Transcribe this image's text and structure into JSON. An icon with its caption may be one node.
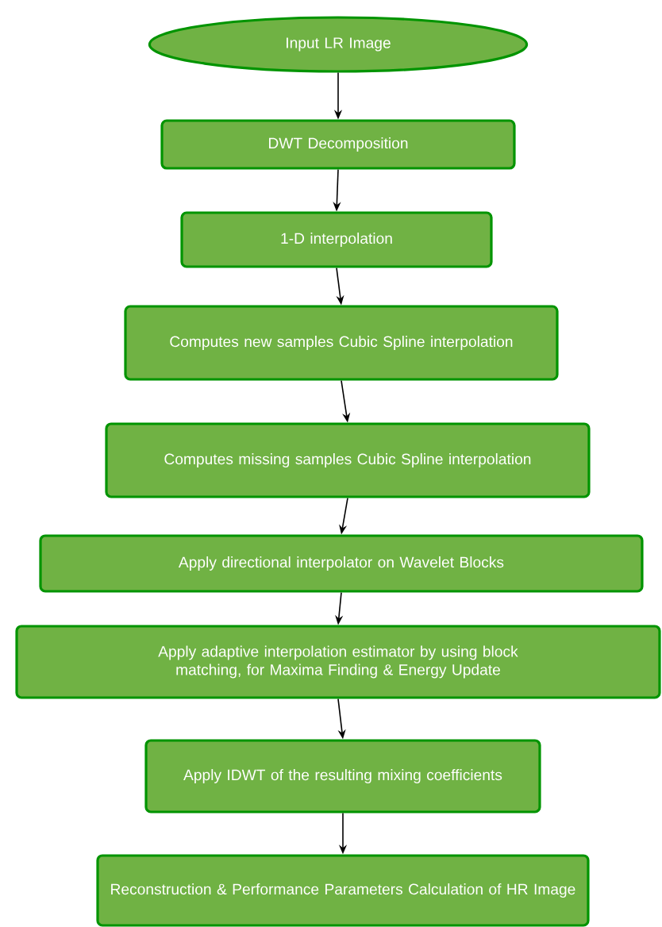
{
  "diagram": {
    "nodes": [
      {
        "text": [
          "Input LR Image"
        ]
      },
      {
        "text": [
          "DWT Decomposition"
        ]
      },
      {
        "text": [
          "1-D interpolation"
        ]
      },
      {
        "text": [
          "Computes new samples Cubic Spline interpolation"
        ]
      },
      {
        "text": [
          "Computes missing samples Cubic Spline interpolation"
        ]
      },
      {
        "text": [
          "Apply directional interpolator on Wavelet Blocks"
        ]
      },
      {
        "text": [
          "Apply adaptive interpolation estimator by using block matching, for Maxima Finding & Energy Update"
        ]
      },
      {
        "text": [
          "Apply IDWT of the resulting mixing coefficients"
        ]
      },
      {
        "text": [
          "Reconstruction & Performance Parameters Calculation of HR Image"
        ]
      }
    ],
    "edges": [
      {
        "from": 0,
        "to": 1,
        "arrow": "to"
      },
      {
        "from": 1,
        "to": 2,
        "arrow": "to"
      },
      {
        "from": 2,
        "to": 3,
        "arrow": "to"
      },
      {
        "from": 3,
        "to": 4,
        "arrow": "to"
      },
      {
        "from": 4,
        "to": 5,
        "arrow": "to"
      },
      {
        "from": 5,
        "to": 6,
        "arrow": "to"
      },
      {
        "from": 6,
        "to": 7,
        "arrow": "to"
      },
      {
        "from": 7,
        "to": 8,
        "arrow": "to"
      }
    ]
  }
}
